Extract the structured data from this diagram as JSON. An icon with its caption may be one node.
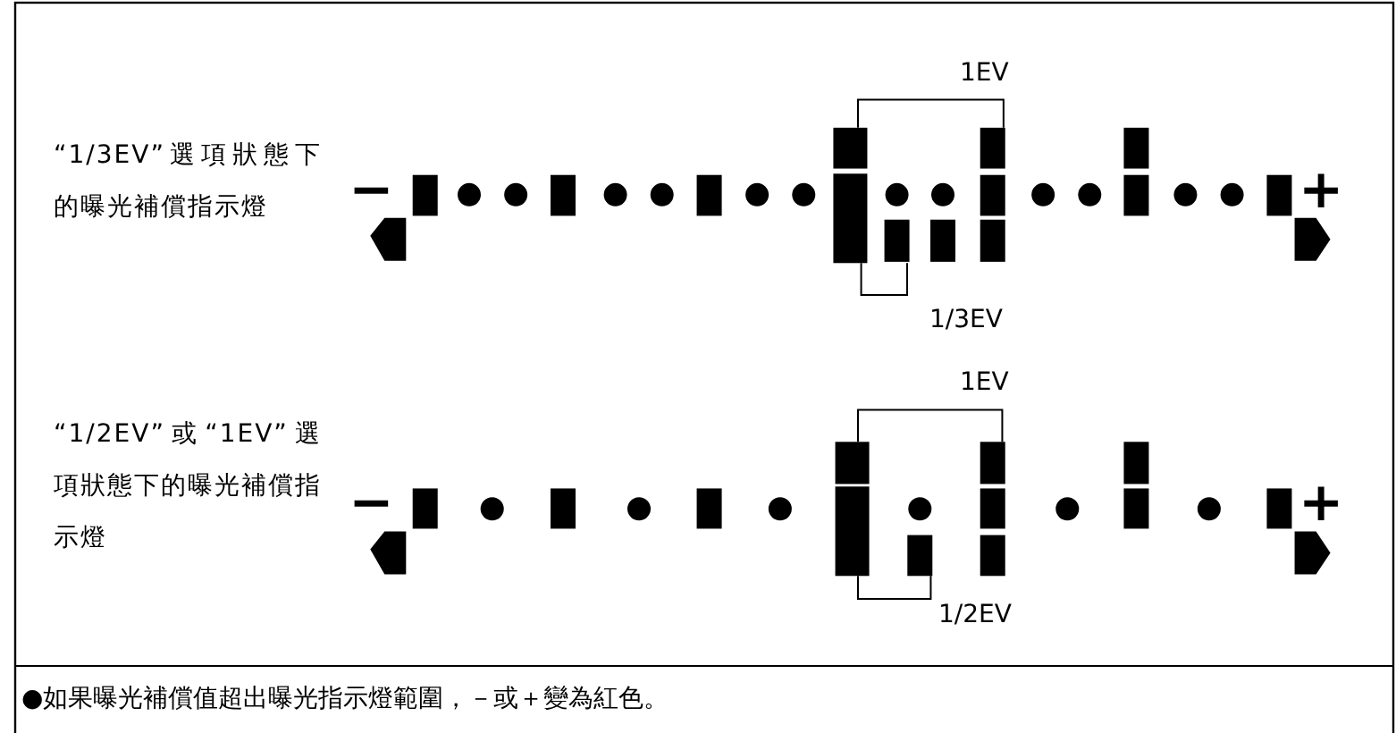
{
  "diagram": {
    "labels": [
      "“1/3EV”選項狀態下的曝光補償指示燈",
      "1EV",
      "−",
      "+",
      "1/3EV",
      "“1/2EV”或“1EV”選項狀態下的曝光補償指示燈",
      "1EV",
      "−",
      "+",
      "1/2EV",
      "●如果曝光補償值超出曝光指示燈範圍，－或＋變為紅色。"
    ]
  }
}
